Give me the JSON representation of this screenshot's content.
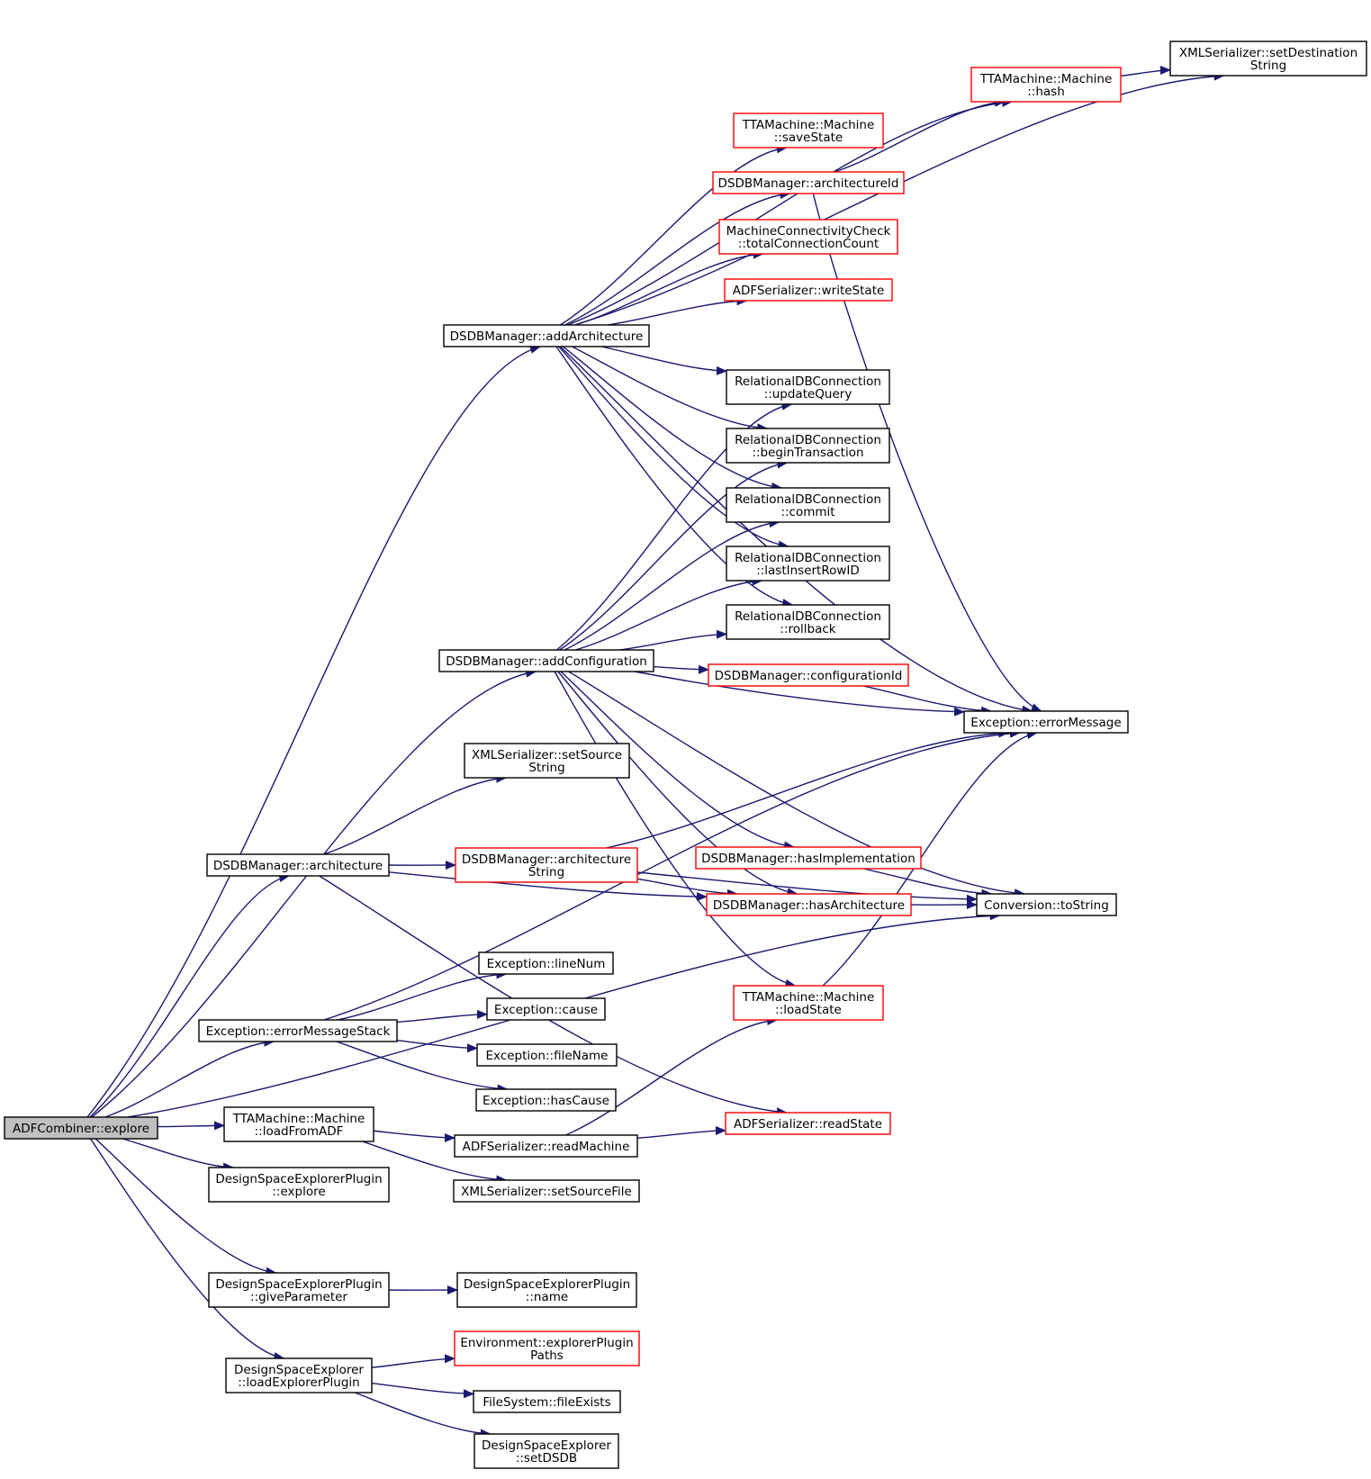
{
  "colors": {
    "edge": "#191970",
    "node_border": "#000000",
    "node_border_truncated": "#ff0000",
    "root_fill": "#bfbfbf",
    "background": "#ffffff"
  },
  "nodes": [
    {
      "id": "n0",
      "lines": [
        "ADFCombiner::explore"
      ],
      "style": "root"
    },
    {
      "id": "n1",
      "lines": [
        "DSDBManager::addArchitecture"
      ],
      "style": "normal"
    },
    {
      "id": "n2",
      "lines": [
        "DSDBManager::addConfiguration"
      ],
      "style": "normal"
    },
    {
      "id": "n3",
      "lines": [
        "DSDBManager::architecture"
      ],
      "style": "normal"
    },
    {
      "id": "n4",
      "lines": [
        "Exception::errorMessageStack"
      ],
      "style": "normal"
    },
    {
      "id": "n5",
      "lines": [
        "TTAMachine::Machine",
        "::loadFromADF"
      ],
      "style": "normal"
    },
    {
      "id": "n6",
      "lines": [
        "DesignSpaceExplorerPlugin",
        "::explore"
      ],
      "style": "normal"
    },
    {
      "id": "n7",
      "lines": [
        "DesignSpaceExplorerPlugin",
        "::giveParameter"
      ],
      "style": "normal"
    },
    {
      "id": "n8",
      "lines": [
        "DesignSpaceExplorer",
        "::loadExplorerPlugin"
      ],
      "style": "normal"
    },
    {
      "id": "n9",
      "lines": [
        "XMLSerializer::setDestination",
        "String"
      ],
      "style": "normal"
    },
    {
      "id": "n10",
      "lines": [
        "TTAMachine::Machine",
        "::hash"
      ],
      "style": "red"
    },
    {
      "id": "n11",
      "lines": [
        "TTAMachine::Machine",
        "::saveState"
      ],
      "style": "red"
    },
    {
      "id": "n12",
      "lines": [
        "DSDBManager::architectureId"
      ],
      "style": "red"
    },
    {
      "id": "n13",
      "lines": [
        "MachineConnectivityCheck",
        "::totalConnectionCount"
      ],
      "style": "red"
    },
    {
      "id": "n14",
      "lines": [
        "ADFSerializer::writeState"
      ],
      "style": "red"
    },
    {
      "id": "n15",
      "lines": [
        "RelationalDBConnection",
        "::updateQuery"
      ],
      "style": "normal"
    },
    {
      "id": "n16",
      "lines": [
        "RelationalDBConnection",
        "::beginTransaction"
      ],
      "style": "normal"
    },
    {
      "id": "n17",
      "lines": [
        "RelationalDBConnection",
        "::commit"
      ],
      "style": "normal"
    },
    {
      "id": "n18",
      "lines": [
        "RelationalDBConnection",
        "::lastInsertRowID"
      ],
      "style": "normal"
    },
    {
      "id": "n19",
      "lines": [
        "RelationalDBConnection",
        "::rollback"
      ],
      "style": "normal"
    },
    {
      "id": "n20",
      "lines": [
        "DSDBManager::configurationId"
      ],
      "style": "red"
    },
    {
      "id": "n21",
      "lines": [
        "Exception::errorMessage"
      ],
      "style": "normal"
    },
    {
      "id": "n22",
      "lines": [
        "XMLSerializer::setSource",
        "String"
      ],
      "style": "normal"
    },
    {
      "id": "n23",
      "lines": [
        "DSDBManager::architecture",
        "String"
      ],
      "style": "red"
    },
    {
      "id": "n24",
      "lines": [
        "DSDBManager::hasImplementation"
      ],
      "style": "red"
    },
    {
      "id": "n25",
      "lines": [
        "DSDBManager::hasArchitecture"
      ],
      "style": "red"
    },
    {
      "id": "n26",
      "lines": [
        "Conversion::toString"
      ],
      "style": "normal"
    },
    {
      "id": "n27",
      "lines": [
        "Exception::lineNum"
      ],
      "style": "normal"
    },
    {
      "id": "n28",
      "lines": [
        "Exception::cause"
      ],
      "style": "normal"
    },
    {
      "id": "n29",
      "lines": [
        "Exception::fileName"
      ],
      "style": "normal"
    },
    {
      "id": "n30",
      "lines": [
        "Exception::hasCause"
      ],
      "style": "normal"
    },
    {
      "id": "n31",
      "lines": [
        "TTAMachine::Machine",
        "::loadState"
      ],
      "style": "red"
    },
    {
      "id": "n32",
      "lines": [
        "ADFSerializer::readState"
      ],
      "style": "red"
    },
    {
      "id": "n33",
      "lines": [
        "ADFSerializer::readMachine"
      ],
      "style": "normal"
    },
    {
      "id": "n34",
      "lines": [
        "XMLSerializer::setSourceFile"
      ],
      "style": "normal"
    },
    {
      "id": "n35",
      "lines": [
        "DesignSpaceExplorerPlugin",
        "::name"
      ],
      "style": "normal"
    },
    {
      "id": "n36",
      "lines": [
        "Environment::explorerPlugin",
        "Paths"
      ],
      "style": "red"
    },
    {
      "id": "n37",
      "lines": [
        "FileSystem::fileExists"
      ],
      "style": "normal"
    },
    {
      "id": "n38",
      "lines": [
        "DesignSpaceExplorer",
        "::setDSDB"
      ],
      "style": "normal"
    }
  ],
  "edges": [
    {
      "from": "n0",
      "to": "n1"
    },
    {
      "from": "n0",
      "to": "n2"
    },
    {
      "from": "n0",
      "to": "n3"
    },
    {
      "from": "n0",
      "to": "n4"
    },
    {
      "from": "n0",
      "to": "n5"
    },
    {
      "from": "n0",
      "to": "n6"
    },
    {
      "from": "n0",
      "to": "n7"
    },
    {
      "from": "n0",
      "to": "n8"
    },
    {
      "from": "n0",
      "to": "n26"
    },
    {
      "from": "n1",
      "to": "n9"
    },
    {
      "from": "n1",
      "to": "n10"
    },
    {
      "from": "n1",
      "to": "n11"
    },
    {
      "from": "n1",
      "to": "n12"
    },
    {
      "from": "n1",
      "to": "n13"
    },
    {
      "from": "n1",
      "to": "n14"
    },
    {
      "from": "n1",
      "to": "n15"
    },
    {
      "from": "n1",
      "to": "n16"
    },
    {
      "from": "n1",
      "to": "n17"
    },
    {
      "from": "n1",
      "to": "n18"
    },
    {
      "from": "n1",
      "to": "n19"
    },
    {
      "from": "n1",
      "to": "n21"
    },
    {
      "from": "n12",
      "to": "n10"
    },
    {
      "from": "n12",
      "to": "n21"
    },
    {
      "from": "n10",
      "to": "n9"
    },
    {
      "from": "n2",
      "to": "n15"
    },
    {
      "from": "n2",
      "to": "n16"
    },
    {
      "from": "n2",
      "to": "n17"
    },
    {
      "from": "n2",
      "to": "n18"
    },
    {
      "from": "n2",
      "to": "n19"
    },
    {
      "from": "n2",
      "to": "n20"
    },
    {
      "from": "n2",
      "to": "n21"
    },
    {
      "from": "n2",
      "to": "n24"
    },
    {
      "from": "n2",
      "to": "n25"
    },
    {
      "from": "n2",
      "to": "n26"
    },
    {
      "from": "n2",
      "to": "n31"
    },
    {
      "from": "n20",
      "to": "n21"
    },
    {
      "from": "n3",
      "to": "n22"
    },
    {
      "from": "n3",
      "to": "n23"
    },
    {
      "from": "n3",
      "to": "n25"
    },
    {
      "from": "n3",
      "to": "n32"
    },
    {
      "from": "n23",
      "to": "n25"
    },
    {
      "from": "n23",
      "to": "n21"
    },
    {
      "from": "n23",
      "to": "n26"
    },
    {
      "from": "n24",
      "to": "n26"
    },
    {
      "from": "n25",
      "to": "n26"
    },
    {
      "from": "n4",
      "to": "n21"
    },
    {
      "from": "n4",
      "to": "n27"
    },
    {
      "from": "n4",
      "to": "n28"
    },
    {
      "from": "n4",
      "to": "n29"
    },
    {
      "from": "n4",
      "to": "n30"
    },
    {
      "from": "n5",
      "to": "n33"
    },
    {
      "from": "n5",
      "to": "n34"
    },
    {
      "from": "n33",
      "to": "n31"
    },
    {
      "from": "n33",
      "to": "n32"
    },
    {
      "from": "n31",
      "to": "n21"
    },
    {
      "from": "n7",
      "to": "n35"
    },
    {
      "from": "n8",
      "to": "n36"
    },
    {
      "from": "n8",
      "to": "n37"
    },
    {
      "from": "n8",
      "to": "n38"
    }
  ]
}
